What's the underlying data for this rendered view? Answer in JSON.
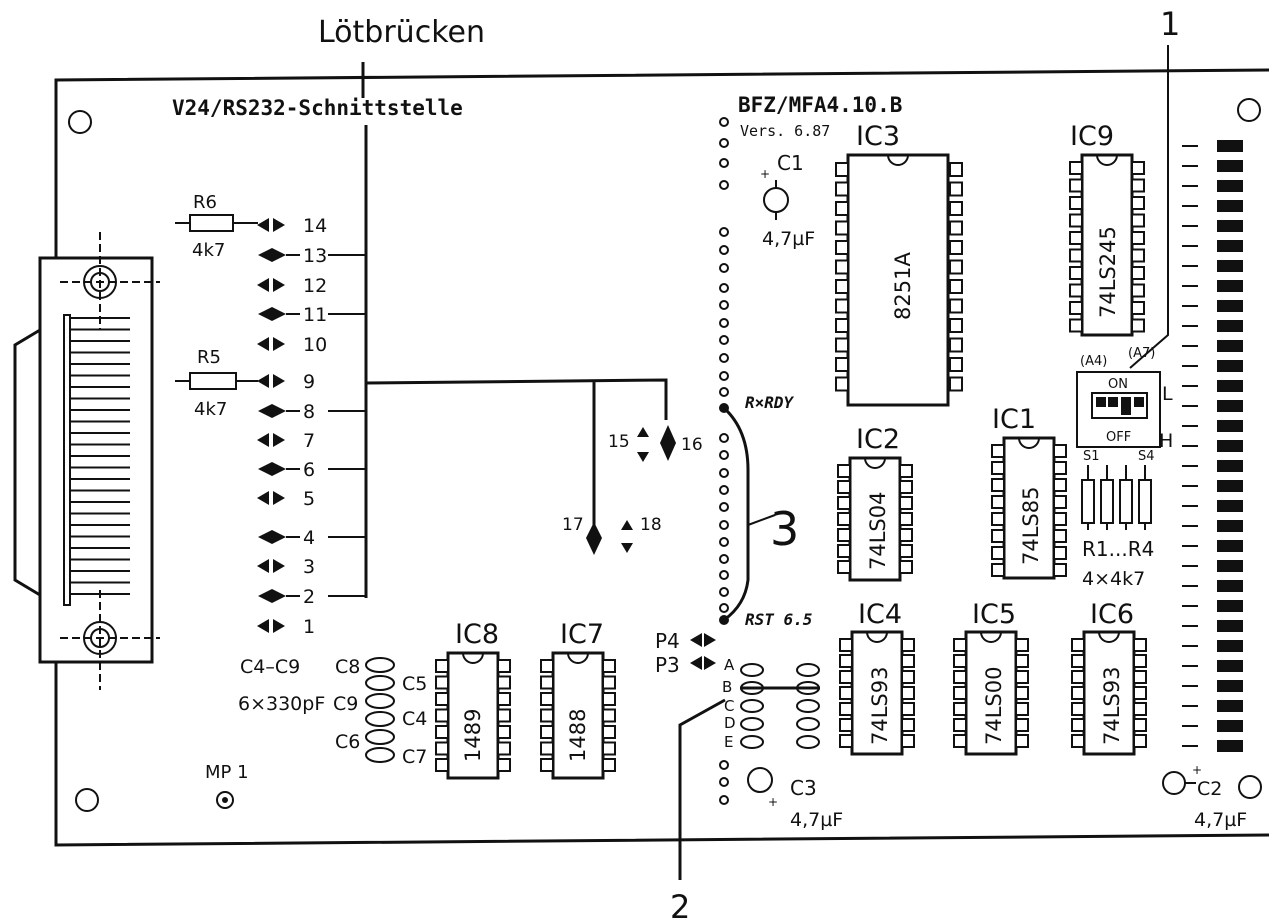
{
  "title_loet": "Lötbrücken",
  "title_iface": "V24/RS232-Schnittstelle",
  "board_id": "BFZ/MFA4.10.B",
  "version": "Vers. 6.87",
  "callouts": {
    "c1": "1",
    "c2": "2",
    "c3": "3"
  },
  "resistors": {
    "r6": "R6",
    "r6_val": "4k7",
    "r5": "R5",
    "r5_val": "4k7",
    "r_arr": "R1...R4",
    "r_arr_val": "4×4k7"
  },
  "jumper_numbers": [
    "14",
    "13",
    "12",
    "11",
    "10",
    "9",
    "8",
    "7",
    "6",
    "5",
    "4",
    "3",
    "2",
    "1"
  ],
  "jumper_extra": {
    "j15": "15",
    "j16": "16",
    "j17": "17",
    "j18": "18"
  },
  "signals": {
    "rxrdy": "R×RDY",
    "rst": "RST 6.5"
  },
  "ports": {
    "p4": "P4",
    "p3": "P3"
  },
  "port_letters": [
    "A",
    "B",
    "C",
    "D",
    "E"
  ],
  "caps": {
    "c1": "C1",
    "c1_val": "4,7µF",
    "c2": "C2",
    "c2_val": "4,7µF",
    "c3": "C3",
    "c3_val": "4,7µF",
    "group": "C4–C9",
    "group_val": "6×330pF",
    "c8": "C8",
    "c5": "C5",
    "c9": "C9",
    "c4": "C4",
    "c6": "C6",
    "c7": "C7"
  },
  "chips": {
    "ic1": "IC1",
    "ic1_type": "74LS85",
    "ic2": "IC2",
    "ic2_type": "74LS04",
    "ic3": "IC3",
    "ic3_type": "8251A",
    "ic4": "IC4",
    "ic4_type": "74LS93",
    "ic5": "IC5",
    "ic5_type": "74LS00",
    "ic6": "IC6",
    "ic6_type": "74LS93",
    "ic7": "IC7",
    "ic7_type": "1488",
    "ic8": "IC8",
    "ic8_type": "1489",
    "ic9": "IC9",
    "ic9_type": "74LS245"
  },
  "dip": {
    "a4": "(A4)",
    "a7": "(A7)",
    "on": "ON",
    "off": "OFF",
    "l": "L",
    "h": "H",
    "s1": "S1",
    "s4": "S4"
  },
  "mp1": "MP 1"
}
